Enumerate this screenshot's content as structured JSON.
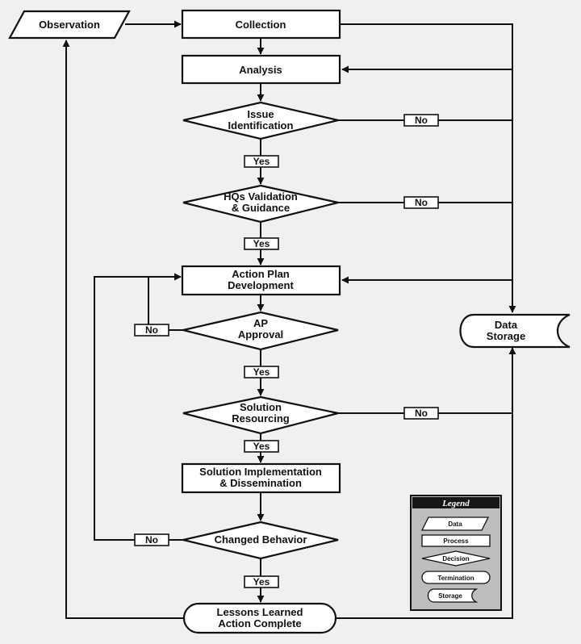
{
  "nodes": {
    "observation": "Observation",
    "collection": "Collection",
    "analysis": "Analysis",
    "issue_identification": [
      "Issue",
      "Identification"
    ],
    "hqs_validation": [
      "HQs Validation",
      "& Guidance"
    ],
    "action_plan": [
      "Action Plan",
      "Development"
    ],
    "ap_approval": [
      "AP",
      "Approval"
    ],
    "solution_resourcing": [
      "Solution",
      "Resourcing"
    ],
    "solution_implementation": [
      "Solution Implementation",
      "& Dissemination"
    ],
    "changed_behavior": "Changed Behavior",
    "lessons_learned": [
      "Lessons Learned",
      "Action Complete"
    ],
    "data_storage": [
      "Data",
      "Storage"
    ]
  },
  "edge_labels": {
    "yes": "Yes",
    "no": "No"
  },
  "legend": {
    "title": "Legend",
    "items": [
      "Data",
      "Process",
      "Decision",
      "Termination",
      "Storage"
    ]
  }
}
